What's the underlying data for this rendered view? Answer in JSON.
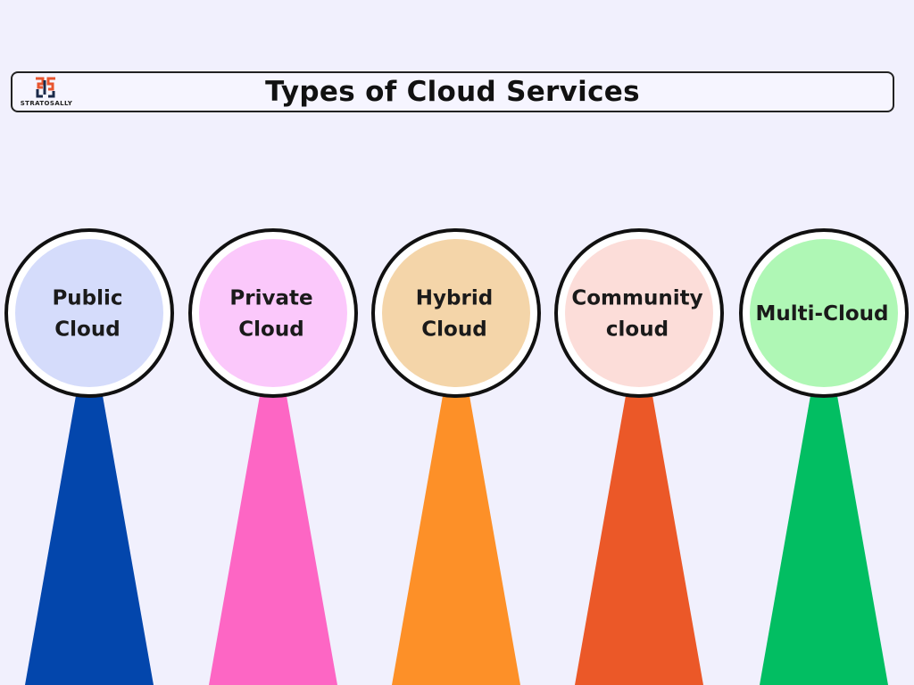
{
  "title": "Types of Cloud Services",
  "logo": {
    "text": "STRATOSALLY",
    "icon": "stratosally-logo-icon",
    "colors": [
      "#e8552e",
      "#1b2a4a"
    ]
  },
  "background": "#f1f0fd",
  "nodes": [
    {
      "id": "public-cloud",
      "lines": [
        "Public",
        "Cloud"
      ],
      "fill": "#d5dcfb",
      "stem": "#0346ac"
    },
    {
      "id": "private-cloud",
      "lines": [
        "Private",
        "Cloud"
      ],
      "fill": "#fbc8fb",
      "stem": "#fd66c4"
    },
    {
      "id": "hybrid-cloud",
      "lines": [
        "Hybrid",
        "Cloud"
      ],
      "fill": "#f4d5a9",
      "stem": "#fd9028"
    },
    {
      "id": "community-cloud",
      "lines": [
        "Community",
        "cloud"
      ],
      "fill": "#fcddd9",
      "stem": "#eb5828"
    },
    {
      "id": "multi-cloud",
      "lines": [
        "Multi-Cloud"
      ],
      "fill": "#aff7b5",
      "stem": "#02be62"
    }
  ]
}
